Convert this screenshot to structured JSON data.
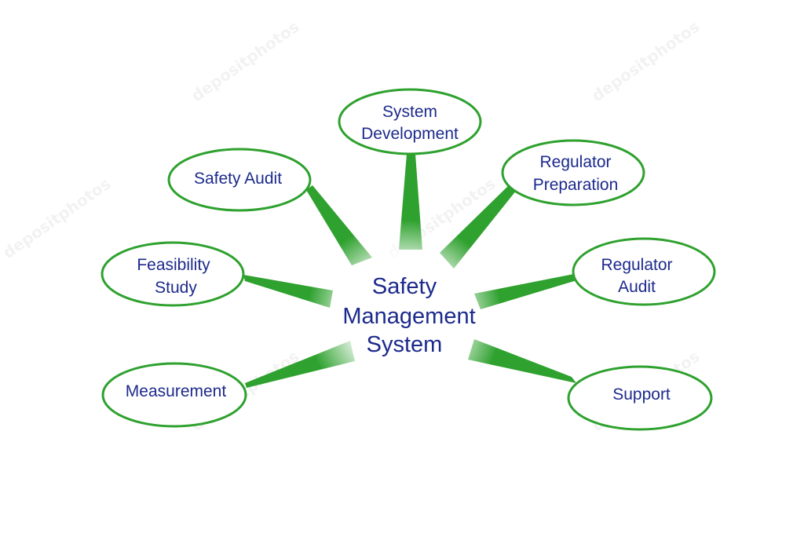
{
  "center": {
    "lines": [
      "Safety",
      "Management",
      "System"
    ]
  },
  "nodes": [
    {
      "id": "system-development",
      "lines": [
        "System",
        "Development"
      ]
    },
    {
      "id": "safety-audit",
      "lines": [
        "Safety Audit"
      ]
    },
    {
      "id": "regulator-preparation",
      "lines": [
        "Regulator",
        "Preparation"
      ]
    },
    {
      "id": "feasibility-study",
      "lines": [
        "Feasibility",
        "Study"
      ]
    },
    {
      "id": "regulator-audit",
      "lines": [
        "Regulator",
        "Audit"
      ]
    },
    {
      "id": "measurement",
      "lines": [
        "Measurement"
      ]
    },
    {
      "id": "support",
      "lines": [
        "Support"
      ]
    }
  ],
  "watermark": "depositphotos",
  "colors": {
    "connector": "#2ea12e",
    "ellipse_stroke": "#2ea12e",
    "text": "#1c2a8c",
    "background": "#ffffff"
  }
}
